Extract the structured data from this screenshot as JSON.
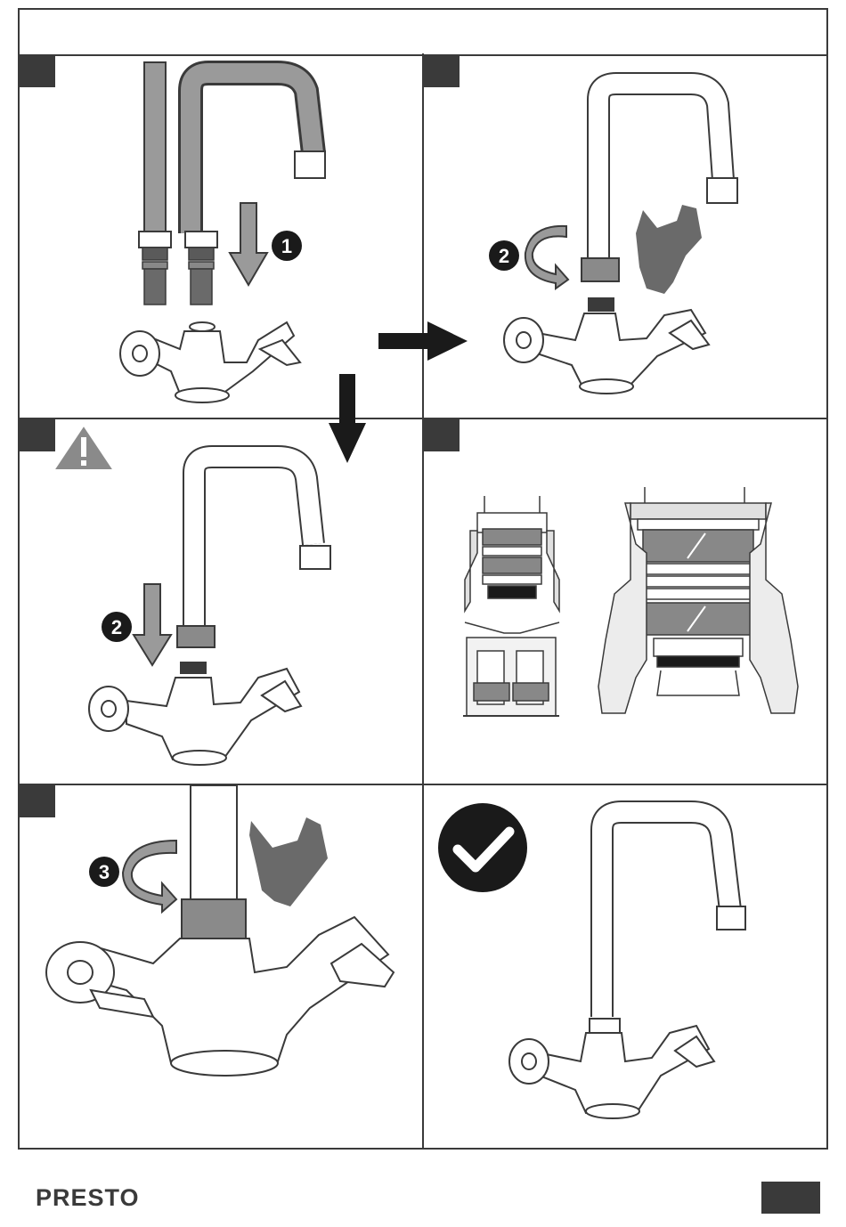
{
  "brand": {
    "name": "PRESTO"
  },
  "steps": [
    {
      "panel": "step-1",
      "callout": "1"
    },
    {
      "panel": "step-2",
      "callout": "2"
    },
    {
      "panel": "step-3",
      "callout": "2"
    },
    {
      "panel": "step-5",
      "callout": "3"
    }
  ],
  "icons": {
    "warning": "warning-triangle-icon",
    "check": "checkmark-icon",
    "wrench": "wrench-icon",
    "arrow_down": "arrow-down-icon",
    "arrow_right": "arrow-right-icon",
    "rotate": "rotate-clockwise-icon"
  },
  "colors": {
    "line": "#3a3a3a",
    "grey_part": "#7a7a7a",
    "light_grey": "#bdbdbd"
  }
}
